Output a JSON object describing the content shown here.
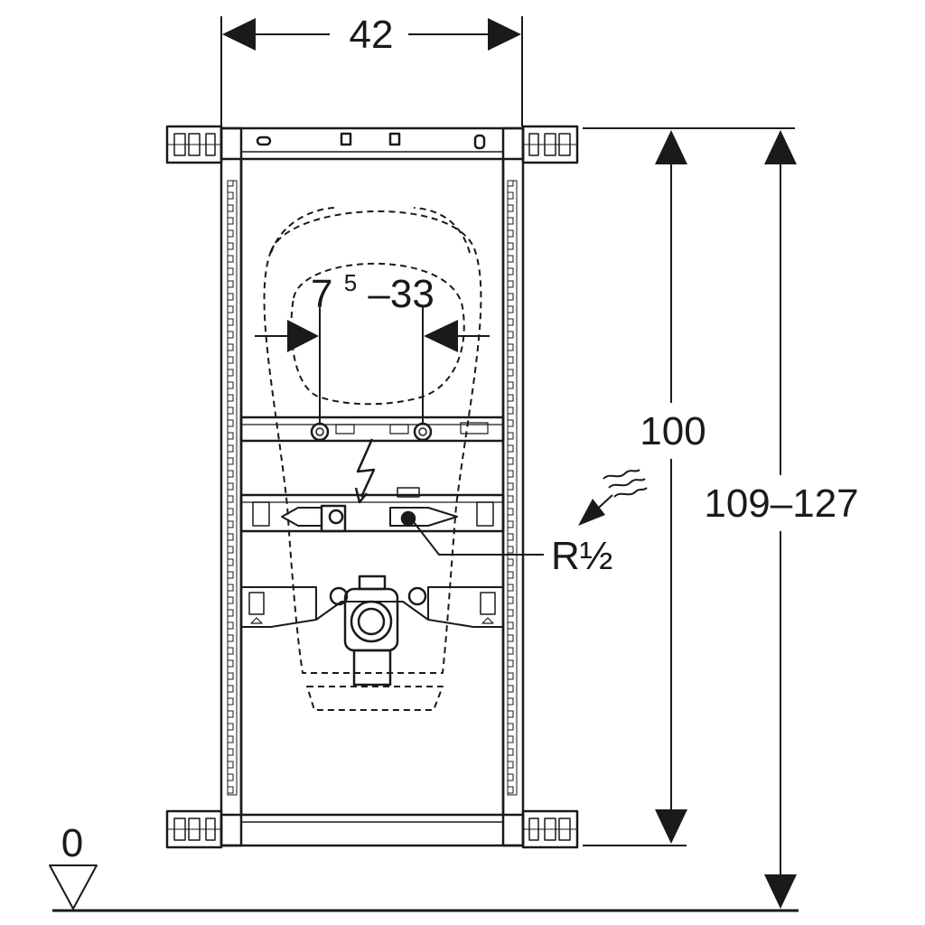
{
  "dimensions": {
    "width_label": "42",
    "adjust_base": "7",
    "adjust_sup": "5",
    "adjust_range": "–33",
    "height_label": "100",
    "total_height_label": "109–127",
    "thread_label": "R½",
    "floor_label": "0"
  },
  "colors": {
    "ink": "#1a1a1a",
    "background": "#ffffff"
  }
}
